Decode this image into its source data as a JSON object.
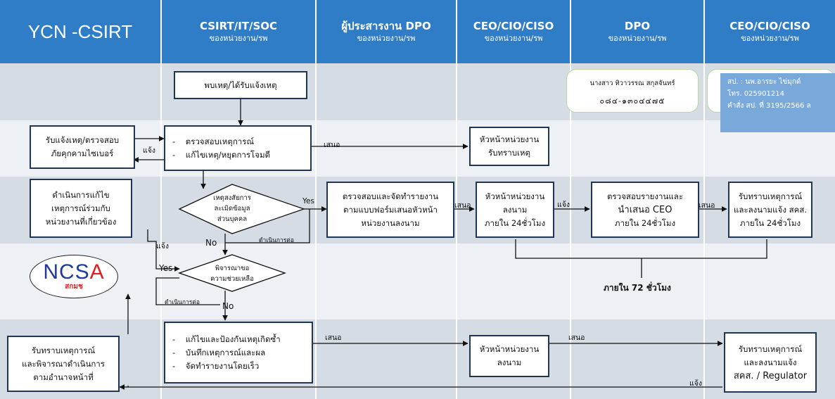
{
  "headers": [
    {
      "title": "YCN -CSIRT",
      "sub": ""
    },
    {
      "title": "CSIRT/IT/SOC",
      "sub": "ของหน่วยงาน/รพ"
    },
    {
      "title": "ผู้ประสารงาน DPO",
      "sub": "ของหน่วยงาน/รพ"
    },
    {
      "title": "CEO/CIO/CISO",
      "sub": "ของหน่วยงาน/รพ"
    },
    {
      "title": "DPO",
      "sub": "ของหน่วยงาน/รพ"
    },
    {
      "title": "CEO/CIO/CISO",
      "sub": "ของหน่วยงาน/รพ"
    }
  ],
  "colors": {
    "header": "#2f7cc7",
    "lane_dark": "#d6dce4",
    "lane_light": "#edf0f4",
    "box_border": "#1f3654",
    "note_bg": "#79a9da",
    "callout_border": "#b6d89c"
  },
  "boxes": {
    "found": "พบเหตุ/ได้รับแจ้งเหตุ",
    "receive_check": [
      "รับแจ้งเหตุ/ตรวจสอบ",
      "ภัยคุกคามไซเบอร์"
    ],
    "verify_fix": [
      "ตรวจสอบเหตุการณ์",
      "แก้ไขเหตุ/หยุดการโจมตี"
    ],
    "head_ack": [
      "หัวหน้าหน่วยงาน",
      "รับทราบเหตุ"
    ],
    "joint_fix": [
      "ดำเนินการแก้ไข",
      "เหตุการณ์ร่วมกับ",
      "หน่วยงานที่เกี่ยวข้อง"
    ],
    "prepare_report": [
      "ตรวจสอบและจัดทำรายงาน",
      "ตามแบบฟอร์มเสนอหัวหน้า",
      "หน่วยงานลงนาม"
    ],
    "head_sign_24": [
      "หัวหน้าหน่วยงาน",
      "ลงนาม",
      "ภายใน 24ชั่วโมง"
    ],
    "dpo_review": [
      "ตรวจสอบรายงานและ",
      "นำเสนอ CEO",
      "ภายใน 24ชั่วโมง"
    ],
    "ceo_ack": [
      "รับทราบเหตุการณ์",
      "และลงนามแจ้ง สคส.",
      "ภายใน 24ชั่วโมง"
    ],
    "prevent": [
      "แก้ไขและป้องกันเหตุเกิดซ้ำ",
      "บันทึกเหตุการณ์และผล",
      "จัดทำรายงานโดยเร็ว"
    ],
    "head_sign": [
      "หัวหน้าหน่วยงาน",
      "ลงนาม"
    ],
    "ycn_ack": [
      "รับทราบเหตุการณ์",
      "และพิจารณาดำเนินการ",
      "ตามอำนาจหน้าที่"
    ],
    "ceo_regulator": [
      "รับทราบเหตุการณ์",
      "และลงนามแจ้ง",
      "สคส. / Regulator"
    ]
  },
  "decisions": {
    "personal_data": [
      "เหตุสงสัยการ",
      "ละเมิดข้อมูล",
      "ส่วนบุคคล"
    ],
    "help": [
      "พิจารณาขอ",
      "ความช่วยเหลือ"
    ]
  },
  "labels": {
    "notify": "แจ้ง",
    "propose": "เสนอ",
    "yes": "Yes",
    "no": "No",
    "continue": "ดำเนินการต่อ",
    "within72": "ภายใน 72 ชั่วโมง"
  },
  "dpo_contact": {
    "name": "นางสาว ทิวาวรรณ สกุลจันทร์",
    "phone": "๐๘๔-๑๓๐๔๔๗๕"
  },
  "ceo_contact": {
    "line1": "สป. : นพ.อารยะ ไข่มุกด์",
    "line2": "โทร. 025901214",
    "line3": "คำสั่ง สป. ที่ 3195/2566 ล"
  },
  "logo": {
    "text_ncs": "NCS",
    "text_a": "A",
    "sub": "สกมช"
  }
}
